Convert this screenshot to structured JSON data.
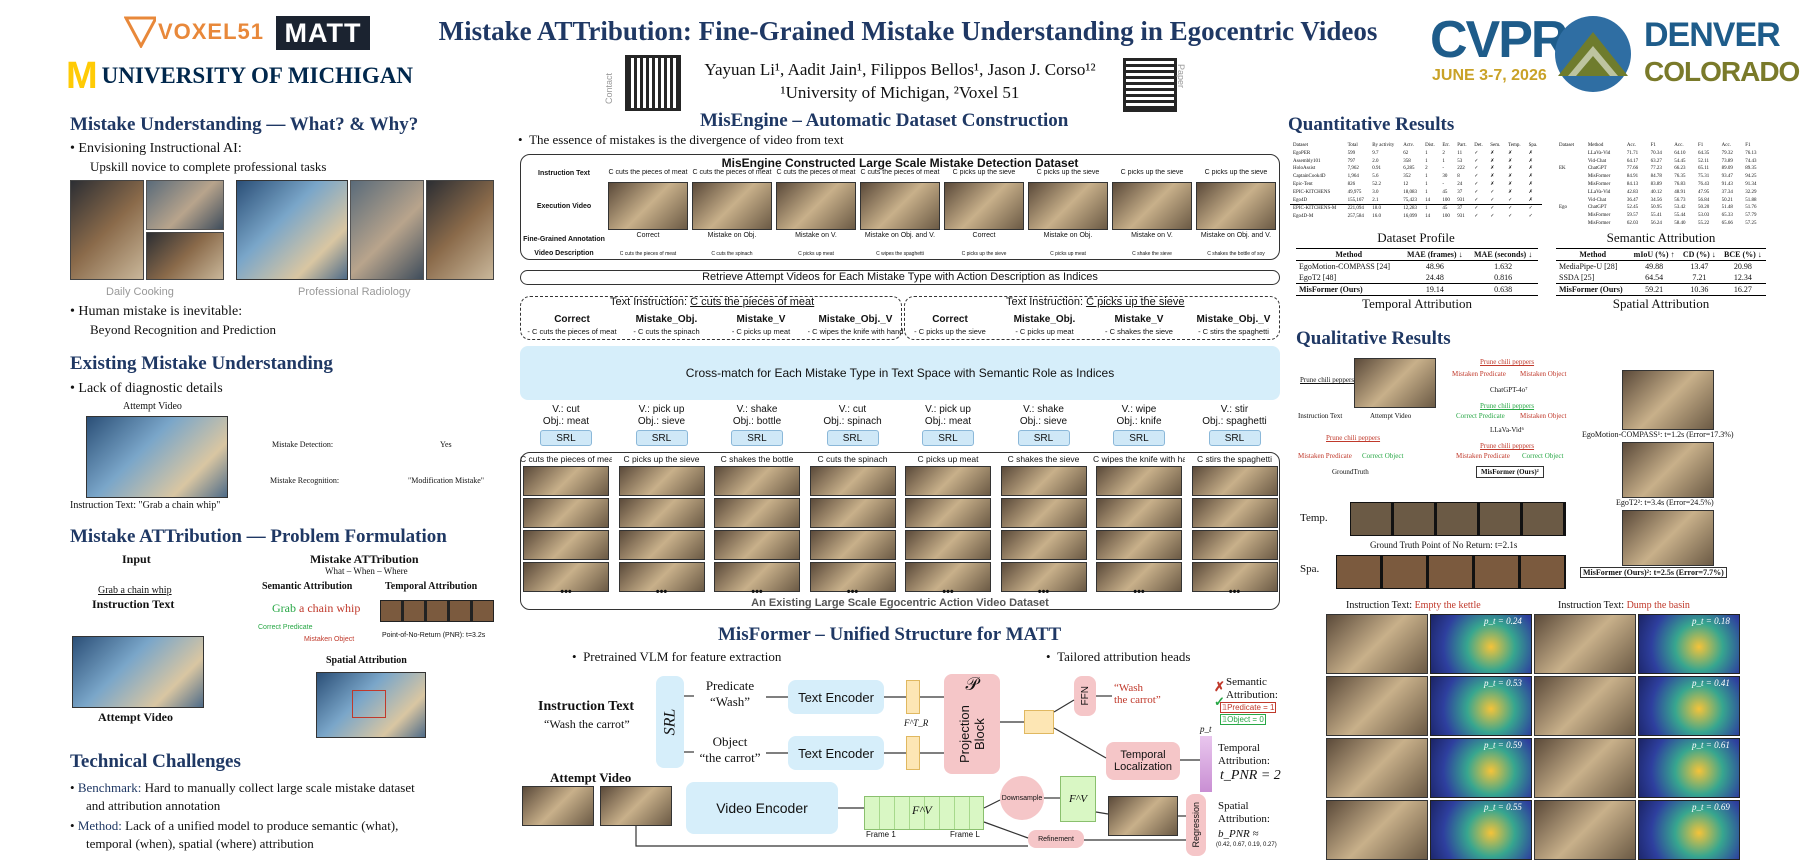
{
  "header": {
    "title": "Mistake ATTribution: Fine-Grained Mistake Understanding in Egocentric Videos",
    "authors": "Yayuan Li¹, Aadit Jain¹, Filippos Bellos¹, Jason J. Corso¹²",
    "affiliations": "¹University of Michigan, ²Voxel 51",
    "logo_voxel": "VOXEL51",
    "logo_matt": "MATT",
    "logo_umich": "UNIVERSITY OF MICHIGAN",
    "umich_m": "M",
    "qr_left_label": "Contact",
    "qr_right_label": "Paper",
    "cvpr": "CVPR",
    "cvpr_dates": "JUNE 3-7, 2026",
    "city": "DENVER",
    "state": "COLORADO"
  },
  "left": {
    "sec1_title": "Mistake Understanding — What? & Why?",
    "sec1_b1": "Envisioning Instructional AI:",
    "sec1_b1_sub": "Upskill novice to complete professional tasks",
    "cap_cooking": "Daily Cooking",
    "cap_radiology": "Professional Radiology",
    "sec1_b2": "Human mistake is inevitable:",
    "sec1_b2_sub": "Beyond Recognition and Prediction",
    "sec2_title": "Existing Mistake Understanding",
    "sec2_b1": "Lack of diagnostic details",
    "attempt_video": "Attempt Video",
    "mistake_detection": "Mistake Detection:",
    "mistake_detection_val": "Yes",
    "mistake_recognition": "Mistake Recognition:",
    "mistake_recognition_val": "\"Modification Mistake\"",
    "instruction_text_example": "Instruction Text: \"Grab a chain whip\"",
    "sec3_title": "Mistake ATTribution — Problem Formulation",
    "input_label": "Input",
    "matt_label": "Mistake ATTribution",
    "matt_sub": "What – When – Where",
    "grab_chain": "Grab a chain whip",
    "instruction_text": "Instruction Text",
    "semantic_attr": "Semantic Attribution",
    "temporal_attr": "Temporal Attribution",
    "sem_grab": "Grab",
    "sem_rest": " a chain whip",
    "correct_pred": "Correct Predicate",
    "mistaken_obj": "Mistaken Object",
    "pnr": "Point-of-No-Return (PNR): t=3.2s",
    "spatial_attr": "Spatial Attribution",
    "attempt_video_bold": "Attempt Video",
    "sec4_title": "Technical Challenges",
    "sec4_b1_head": "Benchmark:",
    "sec4_b1": " Hard to manually collect large scale mistake dataset",
    "sec4_b1_cont": "and attribution annotation",
    "sec4_b2_head": "Method:",
    "sec4_b2": " Lack of a unified model to produce semantic (what),",
    "sec4_b2_cont": "temporal (when), spatial (where) attribution"
  },
  "middle": {
    "misengine_title": "MisEngine – Automatic Dataset Construction",
    "misengine_b1": "The essence of mistakes is the divergence of video from text",
    "dataset_title": "MisEngine Constructed Large Scale Mistake Detection Dataset",
    "row_labels": [
      "Instruction Text",
      "Execution Video",
      "Fine-Grained Annotation",
      "Video Description"
    ],
    "instr_cells": [
      "C cuts the pieces of meat",
      "C cuts the pieces of meat",
      "C cuts the pieces of meat",
      "C cuts the pieces of meat",
      "C picks up the sieve",
      "C picks up the sieve",
      "C picks up the sieve",
      "C picks up the sieve"
    ],
    "annot_cells": [
      "Correct",
      "Mistake on Obj.",
      "Mistake on V.",
      "Mistake on Obj. and V.",
      "Correct",
      "Mistake on Obj.",
      "Mistake on V.",
      "Mistake on Obj. and V."
    ],
    "desc_cells": [
      "C cuts the pieces of meat",
      "C cuts the spinach",
      "C picks up meat",
      "C wipes the spaghetti",
      "C picks up the sieve",
      "C picks up meat",
      "C shake the sieve",
      "C shakes the bottle of soy"
    ],
    "retrieve": "Retrieve Attempt Videos for Each Mistake Type with Action Description as Indices",
    "ti1_label": "Text Instruction: ",
    "ti1_val": "C cuts the pieces of meat",
    "ti2_label": "Text Instruction: ",
    "ti2_val": "C picks up the sieve",
    "types_left": [
      {
        "name": "Correct",
        "desc": "- C cuts the pieces of meat"
      },
      {
        "name": "Mistake_Obj.",
        "desc": "- C cuts the spinach"
      },
      {
        "name": "Mistake_V",
        "desc": "- C picks up meat"
      },
      {
        "name": "Mistake_Obj._V",
        "desc": "- C wipes the knife with hand"
      }
    ],
    "types_right": [
      {
        "name": "Correct",
        "desc": "- C picks up the sieve"
      },
      {
        "name": "Mistake_Obj.",
        "desc": "- C picks up meat"
      },
      {
        "name": "Mistake_V",
        "desc": "- C shakes the sieve"
      },
      {
        "name": "Mistake_Obj._V",
        "desc": "- C stirs the spaghetti"
      }
    ],
    "crossmatch": "Cross-match for Each Mistake Type in Text Space with Semantic Role as Indices",
    "srl_items": [
      {
        "v": "V.: cut",
        "o": "Obj.: meat"
      },
      {
        "v": "V.: pick up",
        "o": "Obj.: sieve"
      },
      {
        "v": "V.: shake",
        "o": "Obj.: bottle"
      },
      {
        "v": "V.: cut",
        "o": "Obj.: spinach"
      },
      {
        "v": "V.: pick up",
        "o": "Obj.: meat"
      },
      {
        "v": "V.: shake",
        "o": "Obj.: sieve"
      },
      {
        "v": "V.: wipe",
        "o": "Obj.: knife"
      },
      {
        "v": "V.: stir",
        "o": "Obj.: spaghetti"
      }
    ],
    "srl_label": "SRL",
    "video_captions": [
      "C cuts the pieces of meat",
      "C picks up the sieve",
      "C shakes the bottle",
      "C cuts the spinach",
      "C picks up meat",
      "C shakes the sieve",
      "C wipes the knife with hand",
      "C stirs the spaghetti"
    ],
    "existing_dataset": "An Existing Large Scale Egocentric Action Video Dataset",
    "misformer_title": "MisFormer – Unified Structure for MATT",
    "misformer_b1": "Pretrained VLM for feature extraction",
    "misformer_b2": "Tailored attribution heads",
    "arch": {
      "instruction_text": "Instruction Text",
      "instruction_quote": "“Wash the carrot”",
      "srl": "SRL",
      "predicate": "Predicate",
      "predicate_q": "“Wash”",
      "object": "Object",
      "object_q": "“the carrot”",
      "text_encoder": "Text Encoder",
      "video_encoder": "Video Encoder",
      "attempt_video": "Attempt Video",
      "projection": "Projection Block",
      "proj_symbol": "𝒫",
      "ffn": "FFN",
      "wash": "“Wash",
      "the_carrot": "the carrot”",
      "temporal_loc": "Temporal Localization",
      "downsample": "Downsample",
      "refinement": "Refinement",
      "regression": "Regression",
      "frame1": "Frame 1",
      "frameL": "Frame L",
      "fv": "F^V",
      "ft": "F^T_R",
      "sem_attr": "Semantic Attribution:",
      "sem_pred": "𝟙Predicate = 1",
      "sem_obj": "𝟙Object = 0",
      "temp_attr": "Temporal Attribution:",
      "temp_val": "t_PNR = 2",
      "spat_attr": "Spatial Attribution:",
      "spat_val": "b_PNR ≈",
      "spat_nums": "(0.42, 0.67, 0.19, 0.27)",
      "pt": "p_t"
    }
  },
  "right": {
    "quant_title": "Quantitative Results",
    "dataset_profile": "Dataset Profile",
    "semantic_attribution": "Semantic Attribution",
    "temporal_attribution": "Temporal Attribution",
    "spatial_attribution": "Spatial Attribution",
    "temporal_table": {
      "headers": [
        "Method",
        "MAE (frames) ↓",
        "MAE (seconds) ↓"
      ],
      "rows": [
        [
          "EgoMotion-COMPASS [24]",
          "48.96",
          "1.632"
        ],
        [
          "EgoT2 [48]",
          "24.48",
          "0.816"
        ],
        [
          "MisFormer (Ours)",
          "19.14",
          "0.638"
        ]
      ]
    },
    "spatial_table": {
      "headers": [
        "Method",
        "mIoU (%) ↑",
        "CD (%) ↓",
        "BCE (%) ↓"
      ],
      "rows": [
        [
          "MediaPipe-U [28]",
          "49.88",
          "13.47",
          "20.98"
        ],
        [
          "SSDA [25]",
          "64.54",
          "7.21",
          "12.34"
        ],
        [
          "MisFormer (Ours)",
          "59.21",
          "10.36",
          "16.27"
        ]
      ]
    },
    "qual_title": "Qualitative Results",
    "prune": "Prune chili peppers",
    "instruction_text": "Instruction Text",
    "attempt_video": "Attempt Video",
    "mistaken_pred": "Mistaken Predicate",
    "mistaken_obj": "Mistaken Object",
    "correct_pred": "Correct Predicate",
    "correct_obj": "Correct Object",
    "chatgpt": "ChatGPT-4o⁷",
    "llava": "LLaVa-Vid⁶",
    "groundtruth": "GroundTruth",
    "misformer_ours": "MisFormer (Ours)²",
    "egomotion": "EgoMotion-COMPASS¹: t=1.2s (Error=17.3%)",
    "egot2": "EgoT2²: t=3.4s (Error=24.5%)",
    "misformer_t": "MisFormer (Ours)²: t=2.5s (Error=7.7%)",
    "temp": "Temp.",
    "spa": "Spa.",
    "gt_pnr": "Ground Truth Point of No Return: t=2.1s",
    "it1_label": "Instruction Text: ",
    "it1_red": "Empty",
    "it1_rest": " the kettle",
    "it2_label": "Instruction Text: ",
    "it2_red": "Dump",
    "it2_rest": " the basin",
    "pt_vals": [
      "p_t = 0.24",
      "p_t = 0.18",
      "p_t = 0.53",
      "p_t = 0.41",
      "p_t = 0.59",
      "p_t = 0.61",
      "p_t = 0.55",
      "p_t = 0.69"
    ]
  },
  "colors": {
    "navy": "#1f3864",
    "umich_maize": "#ffcb05",
    "cvpr_blue": "#1e5c8a",
    "denver_olive": "#7a7a2a",
    "panel_blue": "#d6eefa",
    "pink_block": "#f5c6c8",
    "green_block": "#d9f7c4",
    "mistake_red": "#c0392b",
    "correct_green": "#27a745"
  }
}
